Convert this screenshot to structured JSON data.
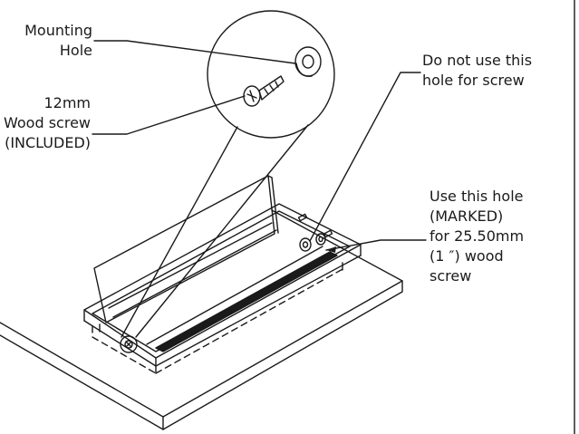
{
  "labels": {
    "mounting_hole": [
      "Mounting",
      "Hole"
    ],
    "screw_12mm": [
      "12mm",
      "Wood screw",
      "(INCLUDED)"
    ],
    "do_not_use": [
      "Do not use this",
      "hole for screw"
    ],
    "use_this_hole": [
      "Use this hole",
      "(MARKED)",
      "for 25.50mm",
      "(1 ″) wood",
      "screw"
    ]
  },
  "colors": {
    "line": "#1a1a1a",
    "background": "#ffffff"
  }
}
